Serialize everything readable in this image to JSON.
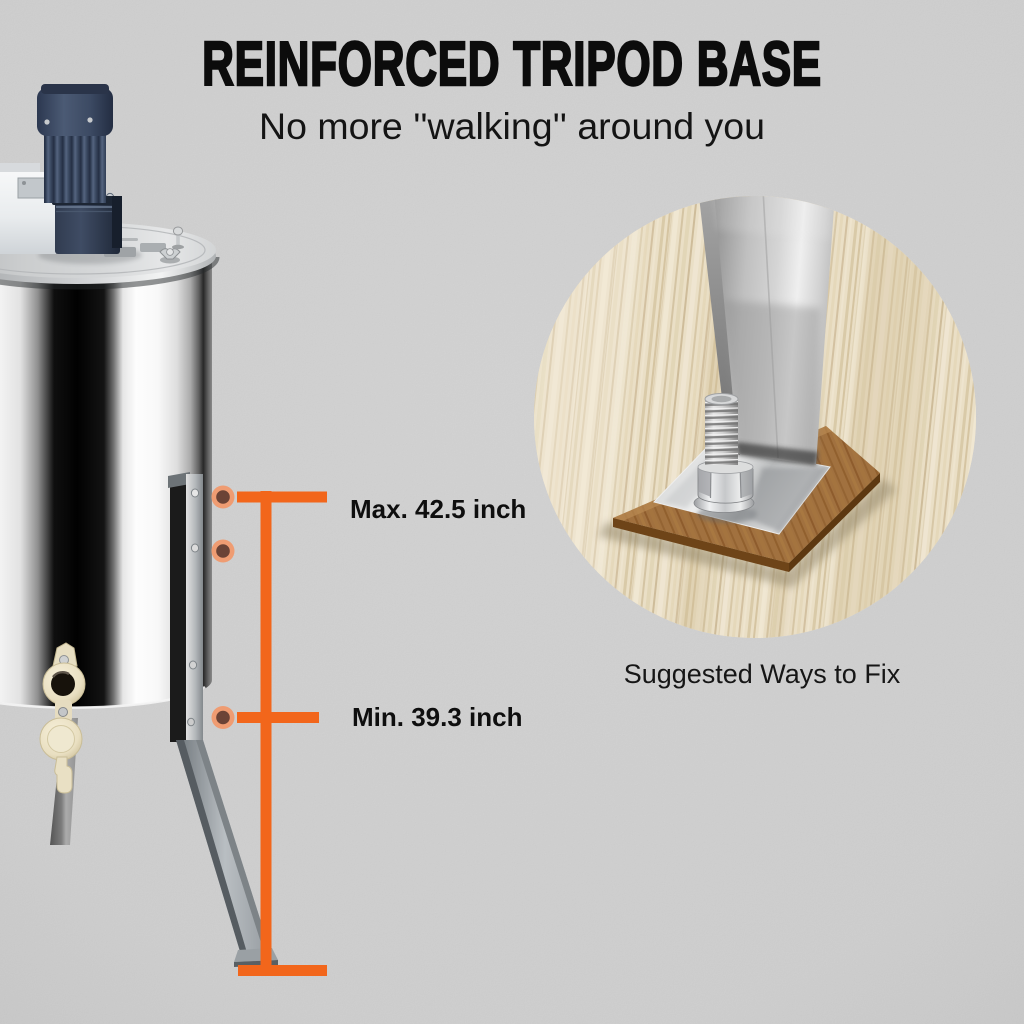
{
  "header": {
    "title": "REINFORCED TRIPOD BASE",
    "subtitle": "No more ''walking'' around you"
  },
  "annotations": {
    "max_label": "Max. 42.5 inch",
    "min_label": "Min. 39.3 inch",
    "accent_color": "#F2661B",
    "marker_ring_color": "#EF9C72",
    "marker_center_color": "#6B4336"
  },
  "inset": {
    "caption": "Suggested Ways to Fix"
  },
  "page": {
    "background_color": "#D2D2D2",
    "text_color": "#0C0C0C"
  }
}
